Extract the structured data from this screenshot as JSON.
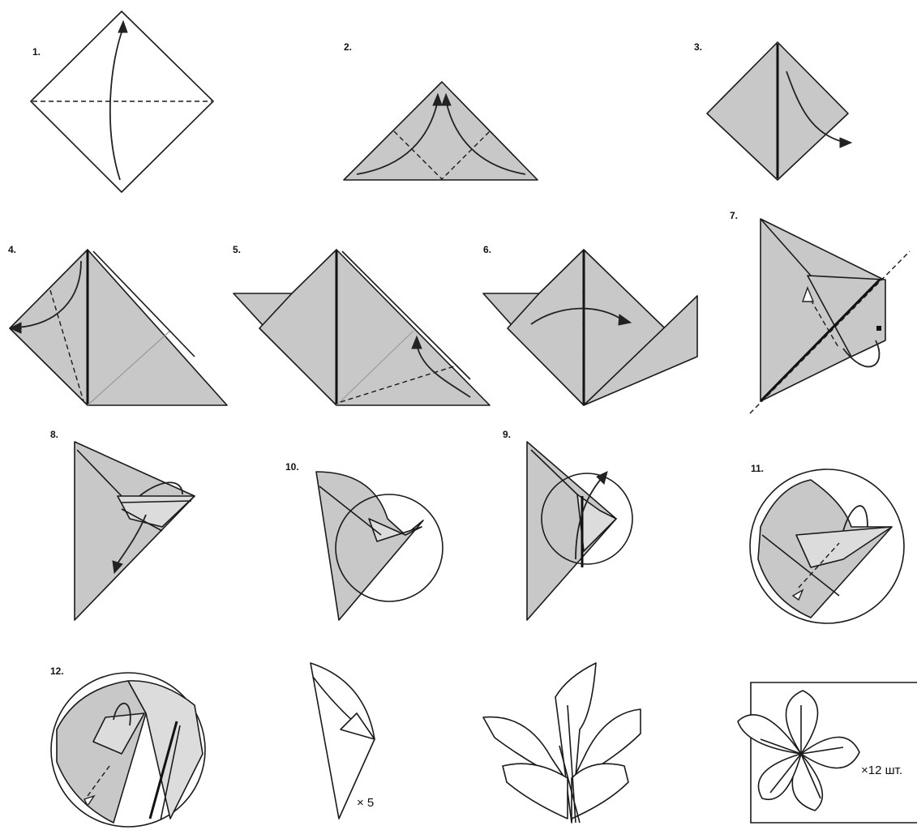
{
  "steps": [
    {
      "id": "step-1",
      "label": "1."
    },
    {
      "id": "step-2",
      "label": "2."
    },
    {
      "id": "step-3",
      "label": "3."
    },
    {
      "id": "step-4",
      "label": "4."
    },
    {
      "id": "step-5",
      "label": "5."
    },
    {
      "id": "step-6",
      "label": "6."
    },
    {
      "id": "step-7",
      "label": "7."
    },
    {
      "id": "step-8",
      "label": "8."
    },
    {
      "id": "step-9",
      "label": "9."
    },
    {
      "id": "step-10",
      "label": "10."
    },
    {
      "id": "step-11",
      "label": "11."
    },
    {
      "id": "step-12",
      "label": "12."
    }
  ],
  "multipliers": {
    "petals": "× 5",
    "flowers": "×12 шт."
  },
  "colors": {
    "paper": "#c8c8c8",
    "paper_light": "#dcdcdc",
    "line": "#1a1a1a",
    "background": "#ffffff"
  }
}
